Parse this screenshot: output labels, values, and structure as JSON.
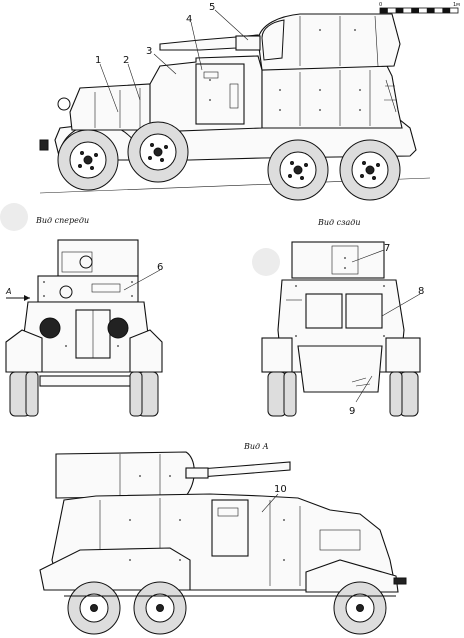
{
  "scale_bar": {
    "start_label": "0",
    "end_label": "1м",
    "divisions": 10
  },
  "views": {
    "side": {
      "callouts": [
        "1",
        "2",
        "3",
        "4",
        "5"
      ]
    },
    "front": {
      "title": "Вид спереди",
      "callouts": [
        "6"
      ],
      "arrow_label": "А"
    },
    "rear": {
      "title": "Вид сзади",
      "callouts": [
        "7",
        "8",
        "9"
      ]
    },
    "view_a": {
      "title": "Вид А",
      "callouts": [
        "10"
      ]
    }
  },
  "colors": {
    "ink": "#111111",
    "paper": "#ffffff"
  }
}
